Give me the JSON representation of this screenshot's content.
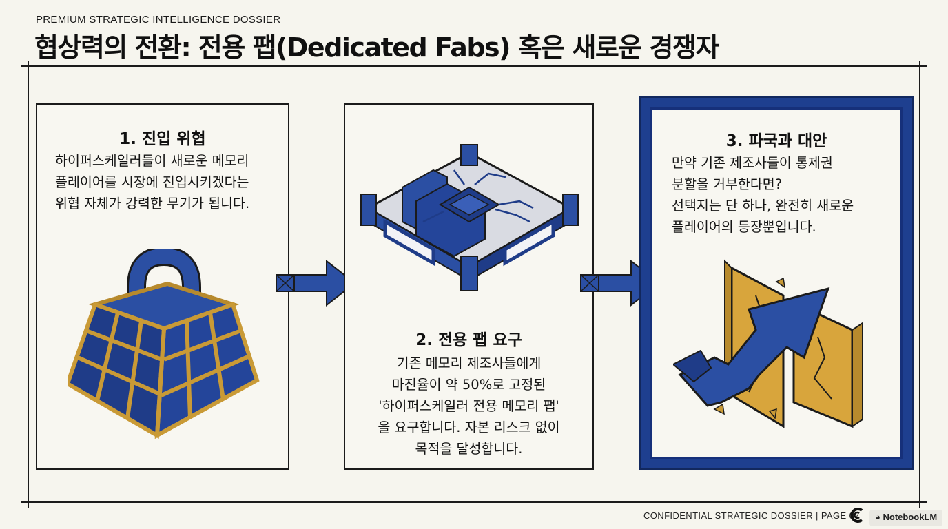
{
  "header": {
    "kicker": "PREMIUM STRATEGIC INTELLIGENCE DOSSIER",
    "title": "협상력의 전환: 전용 팹(Dedicated Fabs) 혹은 새로운 경쟁자"
  },
  "cards": [
    {
      "heading": "1. 진입 위협",
      "lines": [
        "하이퍼스케일러들이 새로운 메모리",
        "플레이어를 시장에 진입시키겠다는",
        "위협 자체가 강력한 무기가 됩니다."
      ],
      "illustration_icon": "weight-icon"
    },
    {
      "heading": "2. 전용 팹 요구",
      "lines": [
        "기존 메모리 제조사들에게",
        "마진율이 약 50%로 고정된",
        "'하이퍼스케일러 전용 메모리 팹'",
        "을 요구합니다. 자본 리스크 없이",
        "목적을 달성합니다."
      ],
      "illustration_icon": "chip-fab-icon"
    },
    {
      "heading": "3. 파국과 대안",
      "lines": [
        "만약 기존 제조사들이 통제권",
        "분할을 거부한다면?",
        "선택지는 단 하나, 완전히 새로운",
        "플레이어의 등장뿐입니다."
      ],
      "illustration_icon": "broken-wall-arrow-icon"
    }
  ],
  "footer": {
    "label": "CONFIDENTIAL STRATEGIC DOSSIER  |  PAGE 07",
    "badge": "NotebookLM"
  },
  "colors": {
    "navy": "#1e3f8f",
    "gold": "#c99a36",
    "ink": "#1b1b1b",
    "paper": "#f6f5ee"
  }
}
